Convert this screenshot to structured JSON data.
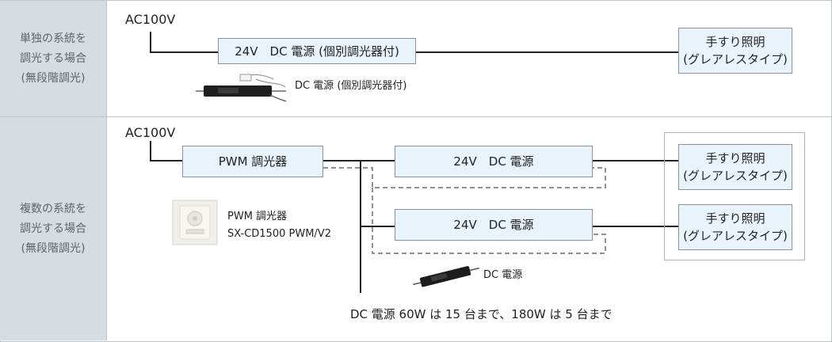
{
  "rows": [
    {
      "label_lines": [
        "単独の系統を",
        "調光する場合",
        "(無段階調光)"
      ],
      "ac_label": "AC100V",
      "power_box": "24V　DC 電源 (個別調光器付)",
      "light_box_lines": [
        "手すり照明",
        "(グレアレスタイプ)"
      ],
      "photo_caption": "DC 電源 (個別調光器付)"
    },
    {
      "label_lines": [
        "複数の系統を",
        "調光する場合",
        "(無段階調光)"
      ],
      "ac_label": "AC100V",
      "dimmer_box": "PWM 調光器",
      "power_box_1": "24V　DC 電源",
      "power_box_2": "24V　DC 電源",
      "light_box_1_lines": [
        "手すり照明",
        "(グレアレスタイプ)"
      ],
      "light_box_2_lines": [
        "手すり照明",
        "(グレアレスタイプ)"
      ],
      "dimmer_caption_lines": [
        "PWM 調光器",
        "SX-CD1500 PWM/V2"
      ],
      "psu_caption": "DC 電源",
      "note": "DC 電源 60W は 15 台まで、180W は 5 台まで"
    }
  ]
}
